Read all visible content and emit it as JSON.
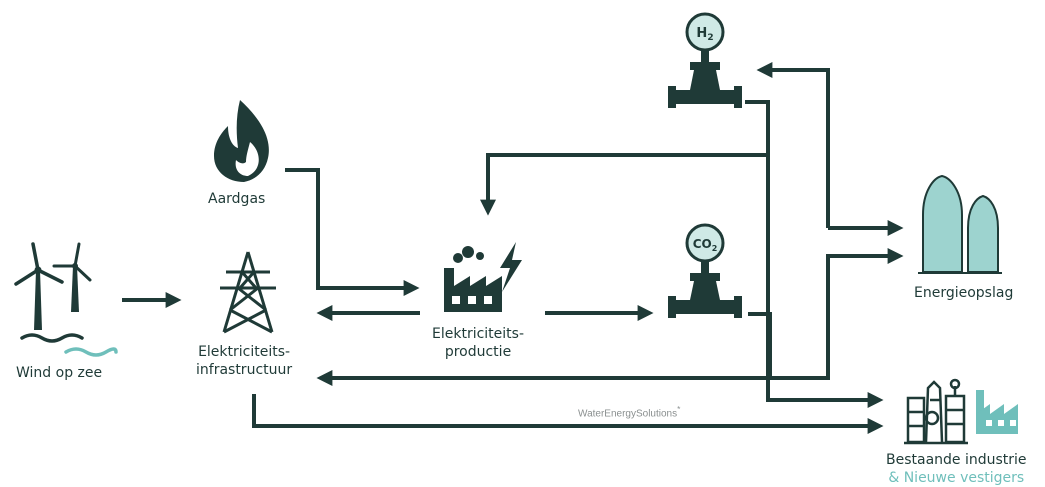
{
  "nodes": {
    "wind": {
      "label": "Wind op zee"
    },
    "aardgas": {
      "label": "Aardgas"
    },
    "infra": {
      "label_line1": "Elektriciteits-",
      "label_line2": "infrastructuur"
    },
    "productie": {
      "label_line1": "Elektriciteits-",
      "label_line2": "productie"
    },
    "h2": {
      "symbol": "H",
      "subscript": "2"
    },
    "co2": {
      "symbol": "CO",
      "subscript": "2"
    },
    "opslag": {
      "label": "Energieopslag"
    },
    "industrie": {
      "label_line1": "Bestaande industrie",
      "label_line2": "& Nieuwe vestigers"
    }
  },
  "watermark": "WaterEnergySolutions",
  "watermark_mark": "*",
  "colors": {
    "dark": "#1f3a37",
    "accent": "#6fbfbb",
    "light_fill": "#cfe9e6"
  },
  "icons": [
    "wind-turbine-icon",
    "flame-icon",
    "pylon-icon",
    "factory-bolt-icon",
    "pipe-valve-icon",
    "storage-tank-icon",
    "refinery-icon",
    "factory-icon"
  ]
}
